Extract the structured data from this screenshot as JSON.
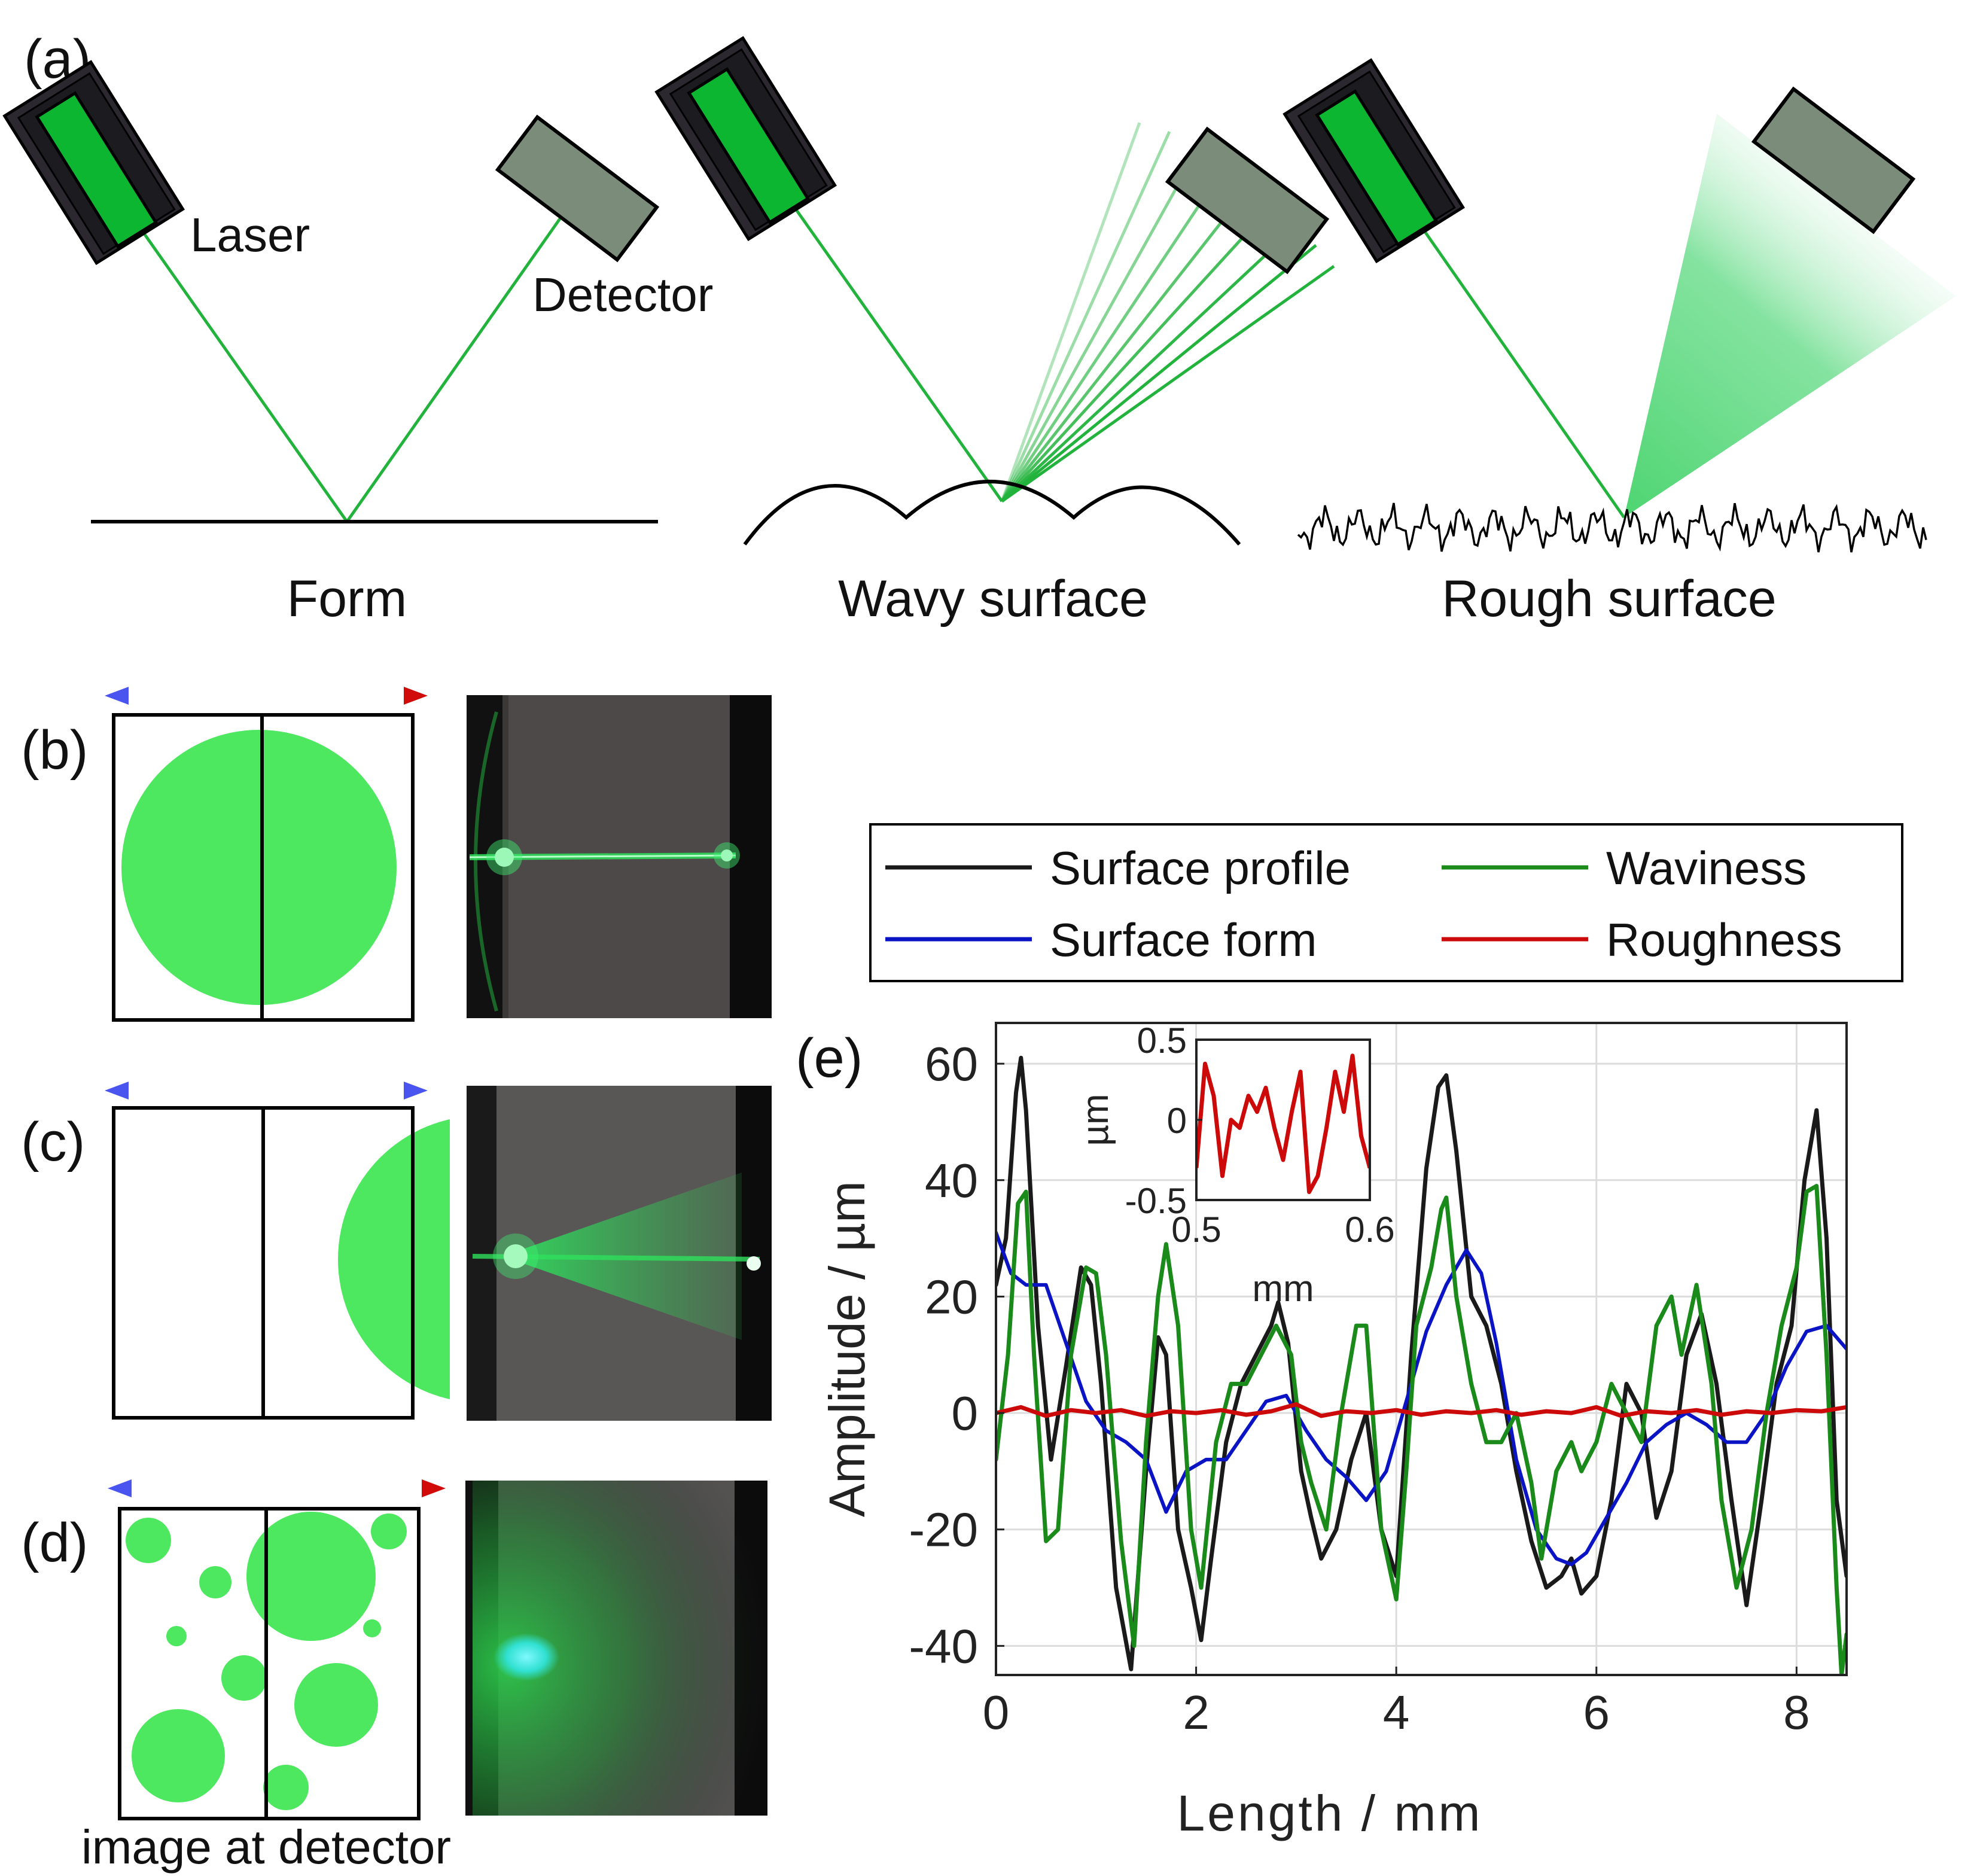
{
  "colors": {
    "laser_green": "#0cb631",
    "beam": "#22b33c",
    "spot": "#4ee860",
    "detector": "#7b8c7b",
    "housing": "#2b2830",
    "profile": "#1a1a1a",
    "form": "#0a14c4",
    "waviness": "#1a8a1a",
    "roughness": "#cc0a0a",
    "arrow_start": "#4a55f0",
    "arrow_end": "#d10a0a"
  },
  "panel_a": {
    "tag": "(a)",
    "laser_label": "Laser",
    "detector_label": "Detector",
    "captions": [
      "Form",
      "Wavy surface",
      "Rough surface"
    ]
  },
  "panel_b": {
    "tag": "(b)"
  },
  "panel_c": {
    "tag": "(c)"
  },
  "panel_d": {
    "tag": "(d)",
    "caption": "image at detector"
  },
  "panel_e": {
    "tag": "(e)"
  },
  "chart_data": [
    {
      "type": "line",
      "title": "",
      "xlabel": "Length  / mm",
      "ylabel": "Amplitude / µm",
      "xlim": [
        0,
        8.5
      ],
      "ylim": [
        -45,
        67
      ],
      "xticks": [
        0,
        2,
        4,
        6,
        8
      ],
      "yticks": [
        -40,
        -20,
        0,
        20,
        40,
        60
      ],
      "xtick_labels": [
        "0",
        "2",
        "4",
        "6",
        "8"
      ],
      "ytick_labels": [
        "-40",
        "-20",
        "0",
        "20",
        "40",
        "60"
      ],
      "grid": true,
      "legend": "top, outside, 2 columns",
      "legend_order": [
        "Surface profile",
        "Surface form",
        "Waviness",
        "Roughness"
      ],
      "series": [
        {
          "name": "Surface profile",
          "color": "#1a1a1a",
          "x": [
            0,
            0.1,
            0.2,
            0.25,
            0.3,
            0.42,
            0.55,
            0.7,
            0.85,
            0.95,
            1.05,
            1.2,
            1.35,
            1.5,
            1.62,
            1.7,
            1.82,
            1.95,
            2.05,
            2.15,
            2.3,
            2.45,
            2.6,
            2.75,
            2.82,
            2.92,
            3.05,
            3.15,
            3.25,
            3.4,
            3.55,
            3.7,
            3.85,
            4.0,
            4.15,
            4.3,
            4.42,
            4.5,
            4.6,
            4.75,
            4.9,
            5.05,
            5.2,
            5.35,
            5.5,
            5.65,
            5.75,
            5.85,
            6.0,
            6.15,
            6.3,
            6.45,
            6.6,
            6.75,
            6.9,
            7.05,
            7.2,
            7.35,
            7.5,
            7.65,
            7.8,
            7.95,
            8.08,
            8.2,
            8.3,
            8.4,
            8.5
          ],
          "values": [
            22,
            30,
            55,
            61,
            52,
            15,
            -8,
            8,
            25,
            22,
            5,
            -30,
            -44,
            -10,
            13,
            10,
            -20,
            -30,
            -39,
            -25,
            -5,
            5,
            10,
            15,
            19,
            12,
            -10,
            -18,
            -25,
            -20,
            -8,
            0,
            -20,
            -28,
            10,
            42,
            56,
            58,
            45,
            20,
            15,
            5,
            -10,
            -22,
            -30,
            -28,
            -25,
            -31,
            -28,
            -15,
            5,
            0,
            -18,
            -10,
            10,
            17,
            5,
            -15,
            -33,
            -15,
            5,
            15,
            40,
            52,
            30,
            -15,
            -28
          ]
        },
        {
          "name": "Surface form",
          "color": "#0a14c4",
          "x": [
            0,
            0.15,
            0.3,
            0.5,
            0.7,
            0.9,
            1.1,
            1.3,
            1.5,
            1.7,
            1.9,
            2.1,
            2.3,
            2.5,
            2.7,
            2.9,
            3.1,
            3.3,
            3.5,
            3.7,
            3.9,
            4.1,
            4.3,
            4.5,
            4.7,
            4.85,
            5.0,
            5.2,
            5.4,
            5.6,
            5.75,
            5.9,
            6.1,
            6.3,
            6.5,
            6.7,
            6.9,
            7.1,
            7.3,
            7.5,
            7.7,
            7.9,
            8.1,
            8.3,
            8.5
          ],
          "values": [
            31,
            24,
            22,
            22,
            12,
            2,
            -3,
            -5,
            -8,
            -17,
            -10,
            -8,
            -8,
            -3,
            2,
            3,
            -3,
            -8,
            -11,
            -15,
            -10,
            2,
            14,
            22,
            28,
            24,
            12,
            -8,
            -20,
            -25,
            -26,
            -24,
            -18,
            -12,
            -5,
            -2,
            0,
            -2,
            -5,
            -5,
            0,
            8,
            14,
            15,
            11
          ]
        },
        {
          "name": "Waviness",
          "color": "#1a8a1a",
          "x": [
            0,
            0.12,
            0.22,
            0.3,
            0.38,
            0.5,
            0.62,
            0.75,
            0.9,
            1.0,
            1.1,
            1.25,
            1.38,
            1.5,
            1.62,
            1.7,
            1.82,
            1.95,
            2.05,
            2.2,
            2.35,
            2.5,
            2.65,
            2.8,
            2.95,
            3.05,
            3.15,
            3.3,
            3.45,
            3.6,
            3.7,
            3.85,
            4.0,
            4.1,
            4.2,
            4.35,
            4.45,
            4.5,
            4.6,
            4.75,
            4.9,
            5.05,
            5.2,
            5.35,
            5.45,
            5.6,
            5.75,
            5.85,
            6.0,
            6.15,
            6.3,
            6.45,
            6.6,
            6.75,
            6.85,
            7.0,
            7.15,
            7.25,
            7.4,
            7.55,
            7.7,
            7.85,
            8.0,
            8.1,
            8.2,
            8.3,
            8.4,
            8.45,
            8.5
          ],
          "values": [
            -8,
            10,
            36,
            38,
            10,
            -22,
            -20,
            10,
            25,
            24,
            10,
            -22,
            -40,
            -5,
            20,
            29,
            15,
            -20,
            -30,
            -5,
            5,
            5,
            10,
            15,
            10,
            -5,
            -12,
            -20,
            0,
            15,
            15,
            -20,
            -32,
            -10,
            15,
            25,
            35,
            37,
            20,
            5,
            -5,
            -5,
            0,
            -12,
            -25,
            -10,
            -5,
            -10,
            -5,
            5,
            0,
            -5,
            15,
            20,
            10,
            22,
            5,
            -15,
            -30,
            -20,
            0,
            15,
            25,
            38,
            39,
            10,
            -30,
            -45,
            -38
          ]
        },
        {
          "name": "Roughness",
          "color": "#cc0a0a",
          "x": [
            0,
            0.25,
            0.5,
            0.75,
            1.0,
            1.25,
            1.5,
            1.75,
            2.0,
            2.25,
            2.5,
            2.75,
            3.0,
            3.25,
            3.5,
            3.75,
            4.0,
            4.25,
            4.5,
            4.75,
            5.0,
            5.25,
            5.5,
            5.75,
            6.0,
            6.25,
            6.5,
            6.75,
            7.0,
            7.25,
            7.5,
            7.75,
            8.0,
            8.25,
            8.5
          ],
          "values": [
            0,
            1,
            -0.5,
            0.5,
            0,
            0.5,
            -0.5,
            0.3,
            0,
            0.5,
            -0.3,
            0.3,
            1.5,
            -0.5,
            0.3,
            0,
            0.5,
            -0.3,
            0.3,
            0,
            0.5,
            -0.3,
            0.3,
            0,
            1,
            -0.5,
            0.3,
            0,
            0.5,
            -0.3,
            0.3,
            0,
            0.5,
            0.3,
            1
          ]
        }
      ]
    },
    {
      "type": "line",
      "title": "",
      "xlabel": "mm",
      "ylabel": "µm",
      "xlim": [
        0.5,
        0.6
      ],
      "ylim": [
        -0.5,
        0.5
      ],
      "xtick_labels": [
        "0.5",
        "0.6"
      ],
      "ytick_labels": [
        "-0.5",
        "0",
        "0.5"
      ],
      "grid": false,
      "series": [
        {
          "color": "#cc0a0a",
          "x": [
            0.5,
            0.505,
            0.51,
            0.515,
            0.52,
            0.525,
            0.53,
            0.535,
            0.54,
            0.545,
            0.55,
            0.555,
            0.56,
            0.565,
            0.57,
            0.575,
            0.58,
            0.585,
            0.59,
            0.595,
            0.6
          ],
          "values": [
            -0.3,
            0.35,
            0.15,
            -0.35,
            0.0,
            -0.05,
            0.15,
            0.05,
            0.2,
            -0.05,
            -0.25,
            0.05,
            0.3,
            -0.45,
            -0.35,
            -0.05,
            0.3,
            0.05,
            0.4,
            -0.1,
            -0.3
          ]
        }
      ]
    }
  ]
}
